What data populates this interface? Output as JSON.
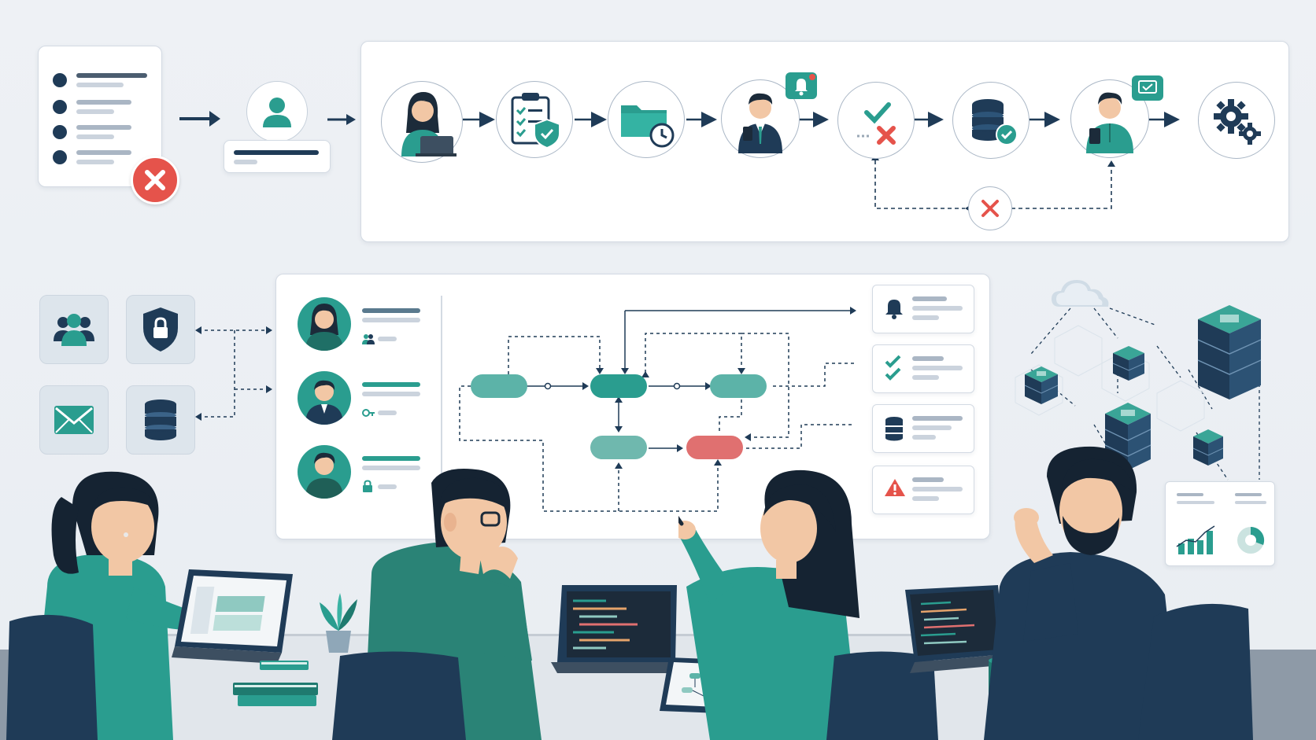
{
  "scene": {
    "palette": {
      "background": "#eef1f5",
      "teal": "#2a9d8f",
      "navy": "#1f3b57",
      "red": "#e5534b",
      "salmon": "#e07070",
      "card": "#ffffff"
    },
    "top_left": {
      "list_icon": "bullet-list-icon",
      "error_icon": "error-x-icon",
      "profile_icon": "user-profile-icon"
    },
    "pipeline_steps": [
      {
        "icon": "woman-laptop-avatar-icon"
      },
      {
        "icon": "clipboard-shield-icon"
      },
      {
        "icon": "folder-clock-icon"
      },
      {
        "icon": "man-phone-avatar-icon",
        "badge": "bell-notification-icon"
      },
      {
        "icon": "check-and-x-decision-icon"
      },
      {
        "icon": "database-check-icon"
      },
      {
        "icon": "man-tablet-avatar-icon",
        "badge": "message-check-icon"
      },
      {
        "icon": "gears-icon"
      }
    ],
    "reject_node": {
      "icon": "reject-x-icon"
    },
    "service_tiles": [
      {
        "icon": "team-users-icon"
      },
      {
        "icon": "security-lock-icon"
      },
      {
        "icon": "email-envelope-icon"
      },
      {
        "icon": "database-icon"
      }
    ],
    "user_roles": [
      {
        "avatar": "woman-avatar",
        "icon": "group-icon"
      },
      {
        "avatar": "man-suit-avatar",
        "icon": "key-icon"
      },
      {
        "avatar": "man-avatar",
        "icon": "lock-icon"
      }
    ],
    "notification_cards": [
      {
        "icon": "bell-icon"
      },
      {
        "icon": "checklist-icon"
      },
      {
        "icon": "database-icon"
      },
      {
        "icon": "warning-icon"
      }
    ],
    "cloud_infra": {
      "cloud_icon": "cloud-icon",
      "server_icon": "server-stack-icon",
      "report_icon": "report-chart-icon"
    }
  }
}
